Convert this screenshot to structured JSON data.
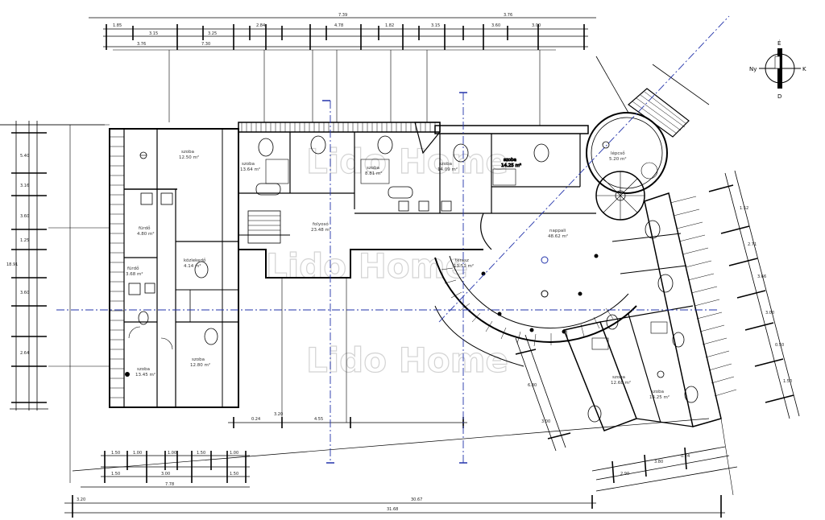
{
  "watermark": [
    "Lido Home",
    "Lido Home",
    "Lido Home"
  ],
  "compass": {
    "north": "É",
    "south": "D",
    "east": "K",
    "west": "Ny"
  },
  "dimensions": {
    "top_row1": [
      "1.85",
      "3.15",
      "3.25",
      "2.84",
      "4.78",
      "1.82",
      "3.15",
      "3.60",
      "3.00"
    ],
    "top_row2": [
      "3.76",
      "7.39",
      "3.76"
    ],
    "top_total": "7.30",
    "bottom_row1": [
      "1.50",
      "1.00",
      "1.00",
      "1.50",
      "1.00"
    ],
    "bottom_row2": [
      "1.50",
      "3.00",
      "1.50"
    ],
    "bottom_total1": "7.78",
    "bottom_total2": "30.67",
    "bottom_total3": "31.68",
    "bottom_left": "3.20",
    "bottom_mid": [
      "0.24",
      "4.55",
      "3.20"
    ],
    "left_side": [
      "5.40",
      "3.16",
      "3.60",
      "1.25",
      "3.60",
      "2.64",
      "18.91"
    ],
    "right_side": [
      "1.52",
      "2.71",
      "3.66",
      "3.00",
      "0.50",
      "1.50"
    ],
    "diag_left": [
      "6.80",
      "3.00"
    ],
    "diag_right": [
      "3.80",
      "2.90",
      "0.24"
    ]
  },
  "rooms": [
    {
      "name": "szoba",
      "area": "12.50 m²"
    },
    {
      "name": "szoba",
      "area": "13.45 m²"
    },
    {
      "name": "szoba",
      "area": "14.09 m²"
    },
    {
      "name": "szoba",
      "area": "12.80 m²"
    },
    {
      "name": "fürdő",
      "area": "4.80 m²"
    },
    {
      "name": "fürdő",
      "area": "3.68 m²"
    },
    {
      "name": "közlekedő",
      "area": "4.14 m²"
    },
    {
      "name": "folyosó",
      "area": "23.48 m²"
    },
    {
      "name": "nappali",
      "area": "48.62 m²"
    },
    {
      "name": "terasz",
      "area": "13.51 m²"
    },
    {
      "name": "szoba",
      "area": "13.64 m²"
    },
    {
      "name": "szoba",
      "area": "8.81 m²"
    },
    {
      "name": "szoba",
      "area": "14.25 m²"
    },
    {
      "name": "szoba",
      "area": "12.68 m²"
    },
    {
      "name": "lépcső",
      "area": "5.20 m²"
    }
  ]
}
